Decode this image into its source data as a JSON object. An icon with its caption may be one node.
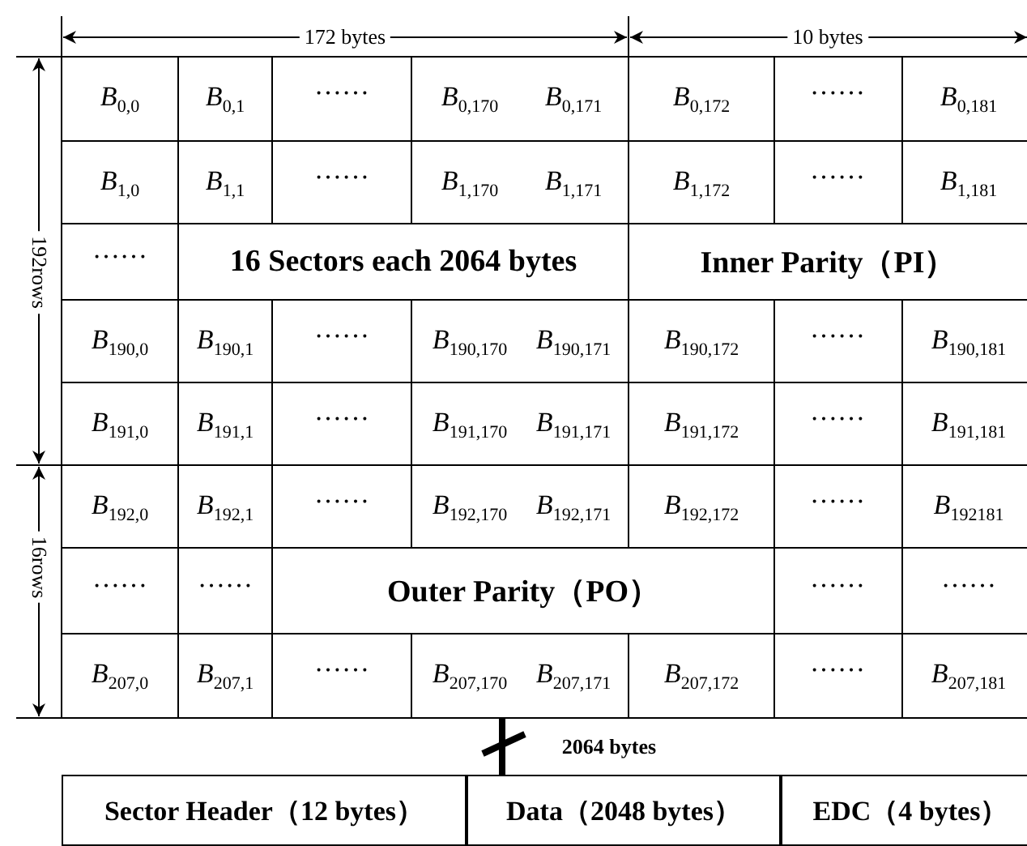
{
  "diagram": {
    "nodes": [
      {
        "text": [
          "Sector Header（12 bytes）"
        ]
      },
      {
        "text": [
          "Data（2048 bytes）"
        ]
      },
      {
        "text": [
          "EDC（4 bytes）"
        ]
      }
    ],
    "edges": [
      {
        "from": null,
        "to": 1,
        "arrow": "none",
        "label": "2064 bytes"
      }
    ],
    "labels": [
      "172 bytes",
      "10 bytes",
      "192rows",
      "16rows",
      "*B*$_{0,0}$",
      "*B*$_{0,1}$",
      "……",
      "*B*$_{0,170}$",
      "*B*$_{0,171}$",
      "*B*$_{0,172}$",
      "……",
      "*B*$_{0,181}$",
      "*B*$_{1,0}$",
      "*B*$_{1,1}$",
      "……",
      "*B*$_{1,170}$",
      "*B*$_{1,171}$",
      "*B*$_{1,172}$",
      "……",
      "*B*$_{1,181}$",
      "……",
      "16 Sectors each 2064 bytes",
      "Inner Parity（PI）",
      "*B*$_{190,0}$",
      "*B*$_{190,1}$",
      "……",
      "*B*$_{190,170}$",
      "*B*$_{190,171}$",
      "*B*$_{190,172}$",
      "……",
      "*B*$_{190,181}$",
      "*B*$_{191,0}$",
      "*B*$_{191,1}$",
      "……",
      "*B*$_{191,170}$",
      "*B*$_{191,171}$",
      "*B*$_{191,172}$",
      "……",
      "*B*$_{191,181}$",
      "*B*$_{192,0}$",
      "*B*$_{192,1}$",
      "……",
      "*B*$_{192,170}$",
      "*B*$_{192,171}$",
      "*B*$_{192,172}$",
      "……",
      "*B*$_{192181}$",
      "……",
      "……",
      "Outer Parity（PO）",
      "……",
      "……",
      "*B*$_{207,0}$",
      "*B*$_{207,1}$",
      "……",
      "*B*$_{207,170}$",
      "*B*$_{207,171}$",
      "*B*$_{207,172}$",
      "……",
      "*B*$_{207,181}$"
    ]
  }
}
